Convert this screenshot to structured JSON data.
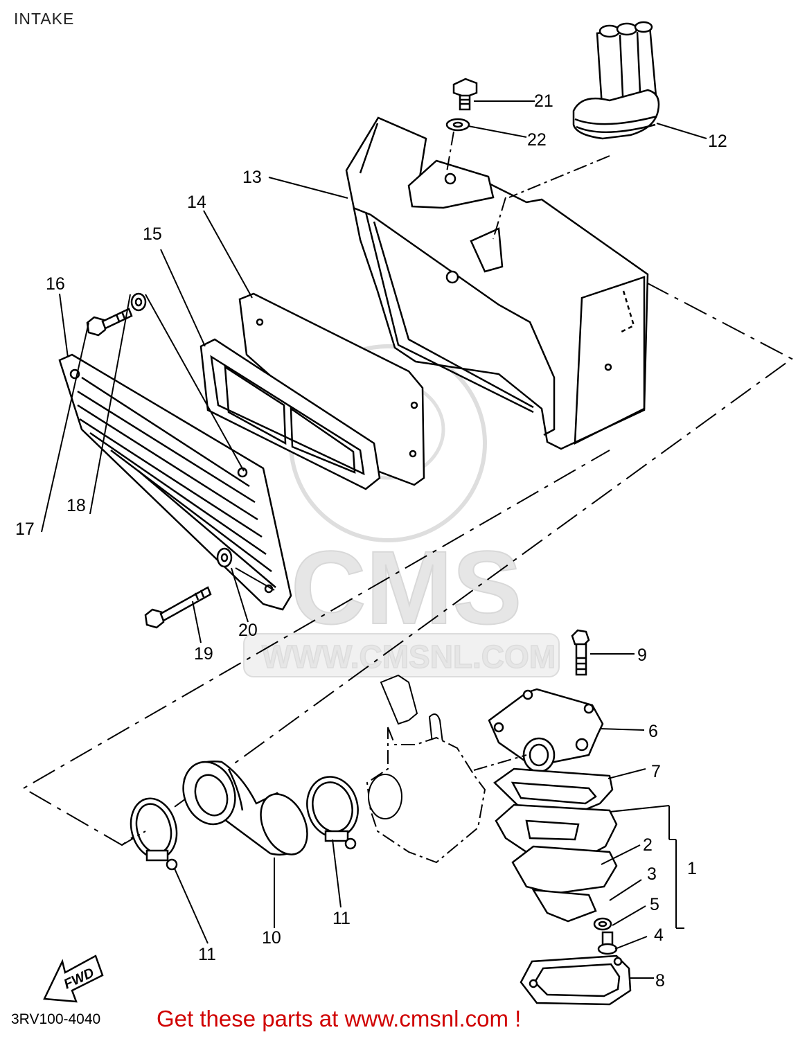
{
  "header": {
    "title": "INTAKE"
  },
  "diagram": {
    "code": "3RV100-4040"
  },
  "watermark": {
    "logo": "CMS",
    "url": "WWW.CMSNL.COM"
  },
  "direction_marker": {
    "label": "FWD"
  },
  "footer": {
    "link_text": "Get these parts at www.cmsnl.com !",
    "link_color": "#d00000"
  },
  "callouts": {
    "c1": "1",
    "c2": "2",
    "c3": "3",
    "c4": "4",
    "c5": "5",
    "c6": "6",
    "c7": "7",
    "c8": "8",
    "c9": "9",
    "c10": "10",
    "c11a": "11",
    "c11b": "11",
    "c12": "12",
    "c13": "13",
    "c14": "14",
    "c15": "15",
    "c16": "16",
    "c17": "17",
    "c18": "18",
    "c19": "19",
    "c20": "20",
    "c21": "21",
    "c22": "22"
  }
}
